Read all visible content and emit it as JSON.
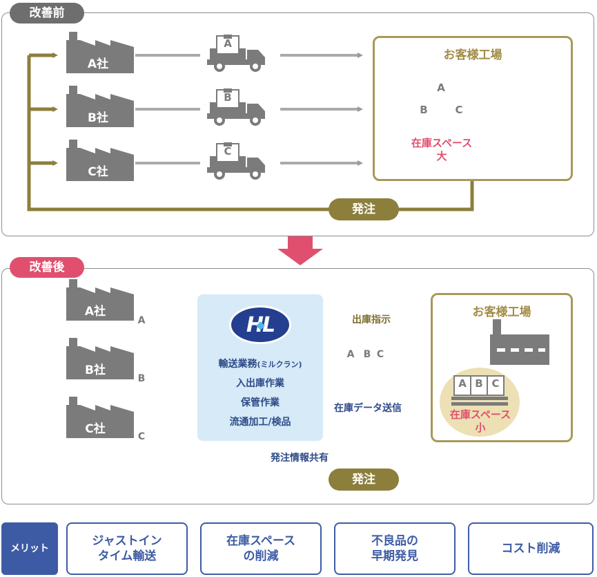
{
  "before": {
    "tag": "改善前",
    "suppliers": [
      "A社",
      "B社",
      "C社"
    ],
    "truck_labels": [
      "A",
      "B",
      "C"
    ],
    "customer_title": "お客様工場",
    "stock_boxes": [
      "A",
      "B",
      "C"
    ],
    "space_text_1": "在庫スペース",
    "space_text_2": "大",
    "order_label": "発注"
  },
  "after": {
    "tag": "改善後",
    "suppliers": [
      "A社",
      "B社",
      "C社"
    ],
    "box_labels": [
      "A",
      "B",
      "C"
    ],
    "hl_logo": "HL",
    "hl_services": [
      "輸送業務",
      "入出庫作業",
      "保管作業",
      "流通加工/検品"
    ],
    "hl_service_suffix": "(ミルクラン)",
    "dispatch_label": "出庫指示",
    "truck_boxes": [
      "A",
      "B",
      "C"
    ],
    "inventory_label": "在庫データ送信",
    "share_label": "発注情報共有",
    "customer_title": "お客様工場",
    "stock_boxes": [
      "A",
      "B",
      "C"
    ],
    "space_text_1": "在庫スペース",
    "space_text_2": "小",
    "order_label": "発注"
  },
  "merits": {
    "label": "メリット",
    "items": [
      "ジャストイン\nタイム輸送",
      "在庫スペース\nの削減",
      "不良品の\n早期発見",
      "コスト削減"
    ]
  },
  "colors": {
    "gray": "#7b7b7b",
    "olive": "#8c7f3c",
    "pink": "#e0506e",
    "blue": "#3d5ba5",
    "light_blue": "#d6eaf7",
    "beige": "#ece0b4"
  }
}
